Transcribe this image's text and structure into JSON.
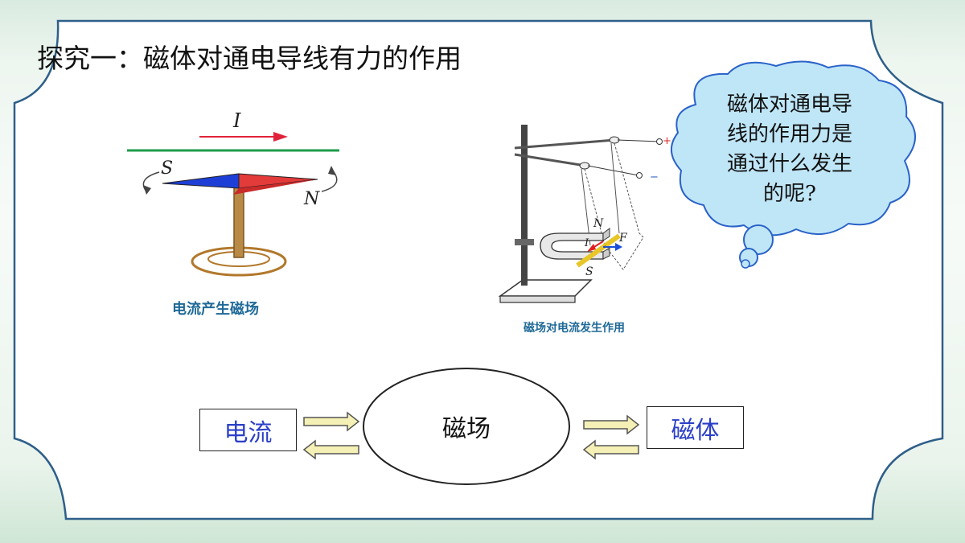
{
  "title": "探究一：磁体对通电导线有力的作用",
  "left_figure": {
    "current_label": "I",
    "pole_s": "S",
    "pole_n": "N",
    "caption": "电流产生磁场"
  },
  "right_figure": {
    "plus": "+",
    "minus": "−",
    "pole_n": "N",
    "pole_s": "S",
    "current_label": "I",
    "force_label": "F",
    "caption": "磁场对电流发生作用"
  },
  "bubble": {
    "lines": [
      "磁体对通电导",
      "线的作用力是",
      "通过什么发生",
      "的呢?"
    ]
  },
  "relation": {
    "current": "电流",
    "field": "磁场",
    "magnet": "磁体"
  },
  "colors": {
    "frame": "#2e5f8a",
    "bubble_fill": "#bfe6f7",
    "bubble_stroke": "#2a62c9",
    "arrow_fill": "#f5f0b5",
    "arrow_stroke": "#555"
  }
}
